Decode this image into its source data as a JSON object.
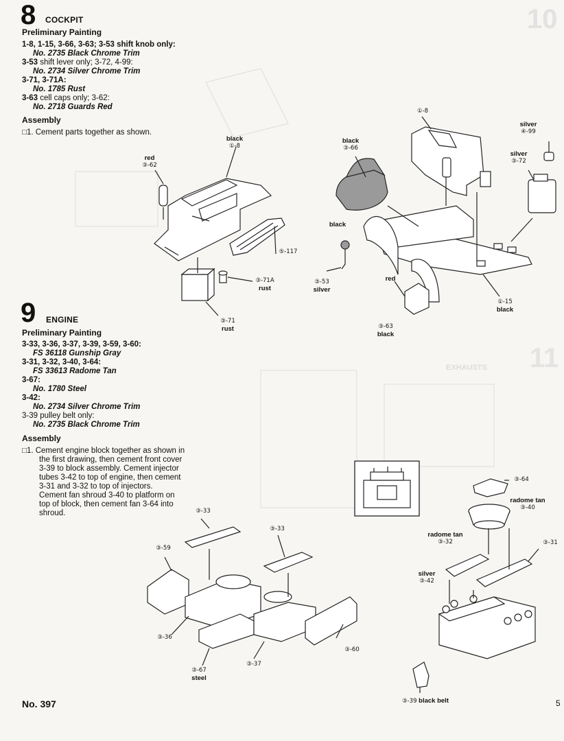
{
  "step8": {
    "number": "8",
    "title": "COCKPIT",
    "prelim": "Preliminary Painting",
    "lines": [
      {
        "plain": "1-8, 1-15, 3-66, 3-63; 3-53 shift knob only:"
      },
      {
        "italic": "No. 2735 Black Chrome Trim"
      },
      {
        "bold": "3-53",
        "rest": " shift lever only; 3-72, 4-99:"
      },
      {
        "italic": "No. 2734 Silver Chrome Trim"
      },
      {
        "plain": "3-71, 3-71A:"
      },
      {
        "italic": "No. 1785 Rust"
      },
      {
        "bold": "3-63",
        "rest": " cell caps only; 3-62:"
      },
      {
        "italic": "No. 2718 Guards Red"
      }
    ],
    "assembly": "Assembly",
    "instruction": "□1. Cement parts together as shown."
  },
  "step9": {
    "number": "9",
    "title": "ENGINE",
    "prelim": "Preliminary Painting",
    "lines": [
      {
        "plain": "3-33, 3-36, 3-37, 3-39, 3-59, 3-60:"
      },
      {
        "italic": "FS 36118 Gunship Gray"
      },
      {
        "plain": "3-31, 3-32, 3-40, 3-64:"
      },
      {
        "italic": "FS 33613 Radome Tan"
      },
      {
        "plain": "3-67:"
      },
      {
        "italic": "No. 1780 Steel"
      },
      {
        "plain": "3-42:"
      },
      {
        "italic": "No. 2734 Silver Chrome Trim"
      },
      {
        "plain": "3-39 pulley belt only:"
      },
      {
        "italic": "No. 2735 Black Chrome Trim"
      }
    ],
    "assembly": "Assembly",
    "instruction": [
      "□1. Cement engine block together as shown in",
      "the first drawing, then cement front cover",
      "3-39 to block assembly. Cement injector",
      "tubes 3-42 to top of engine, then cement",
      "3-31 and 3-32 to top of injectors.",
      "Cement fan shroud 3-40 to platform on",
      "top of block, then cement fan 3-64 into",
      "shroud."
    ]
  },
  "callouts8": [
    {
      "color": "black",
      "part": "①-8"
    },
    {
      "color": "red",
      "part": "③-62"
    },
    {
      "color": "",
      "part": "⑤-117"
    },
    {
      "color": "rust",
      "part": "③-71A"
    },
    {
      "color": "rust",
      "part": "③-71"
    },
    {
      "color": "black",
      "part": "③-66"
    },
    {
      "color": "",
      "part": "①-8"
    },
    {
      "color": "silver",
      "part": "④-99"
    },
    {
      "color": "silver",
      "part": "③-72"
    },
    {
      "color": "black",
      "part": ""
    },
    {
      "color": "silver",
      "part": "③-53"
    },
    {
      "color": "red",
      "part": ""
    },
    {
      "color": "black",
      "part": "③-63"
    },
    {
      "color": "black",
      "part": "①-15"
    }
  ],
  "callouts9": [
    {
      "color": "",
      "part": "③-33"
    },
    {
      "color": "",
      "part": "③-33"
    },
    {
      "color": "",
      "part": "③-59"
    },
    {
      "color": "",
      "part": "③-36"
    },
    {
      "color": "steel",
      "part": "③-67"
    },
    {
      "color": "",
      "part": "③-37"
    },
    {
      "color": "",
      "part": "③-60"
    },
    {
      "color": "",
      "part": "③-64"
    },
    {
      "color": "radome tan",
      "part": "③-40"
    },
    {
      "color": "radome tan",
      "part": "③-32"
    },
    {
      "color": "",
      "part": "③-31"
    },
    {
      "color": "silver",
      "part": "③-42"
    },
    {
      "color": "black belt",
      "part": "③-39"
    }
  ],
  "ghost": {
    "step10_number": "10",
    "step11_number": "11",
    "step11_title": "EXHAUSTS"
  },
  "footer": {
    "kit_number": "No. 397",
    "page_number": "5"
  }
}
